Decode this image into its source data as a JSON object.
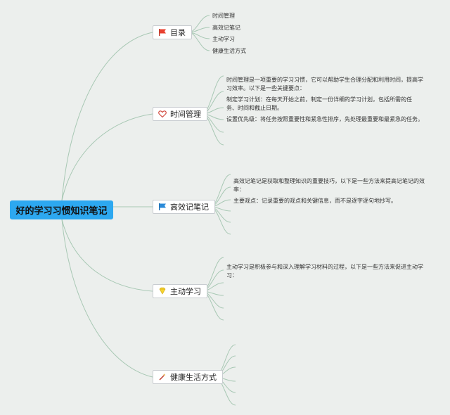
{
  "root": {
    "title": "好的学习习惯知识笔记"
  },
  "branches": [
    {
      "label": "目录",
      "icon": "red-flag-icon"
    },
    {
      "label": "时间管理",
      "icon": "heart-icon"
    },
    {
      "label": "高效记笔记",
      "icon": "blue-flag-icon"
    },
    {
      "label": "主动学习",
      "icon": "lightbulb-icon"
    },
    {
      "label": "健康生活方式",
      "icon": "wand-icon"
    }
  ],
  "toc": [
    "时间管理",
    "高效记笔记",
    "主动学习",
    "健康生活方式"
  ],
  "time_management": {
    "intro": "时间管理是一项重要的学习习惯，它可以帮助学生合理分配和利用时间，提高学习效率。以下是一些关键要点：",
    "plan": "制定学习计划：在每天开始之前，制定一份详细的学习计划，包括所需的任务、时间和截止日期。",
    "priority": "设置优先级：将任务按照重要性和紧急性排序，先处理最重要和最紧急的任务。"
  },
  "note_taking": {
    "intro": "高效记笔记是获取和整理知识的重要技巧，以下是一些方法来提高记笔记的效率：",
    "key_points": "主要观点：记录重要的观点和关键信息，而不是逐字逐句地抄写。"
  },
  "active_learning": {
    "intro": "主动学习是积极参与和深入理解学习材料的过程，以下是一些方法来促进主动学习："
  },
  "colors": {
    "root": "#2da8f0",
    "line": "#a8c8b4",
    "background": "#ecefed"
  }
}
